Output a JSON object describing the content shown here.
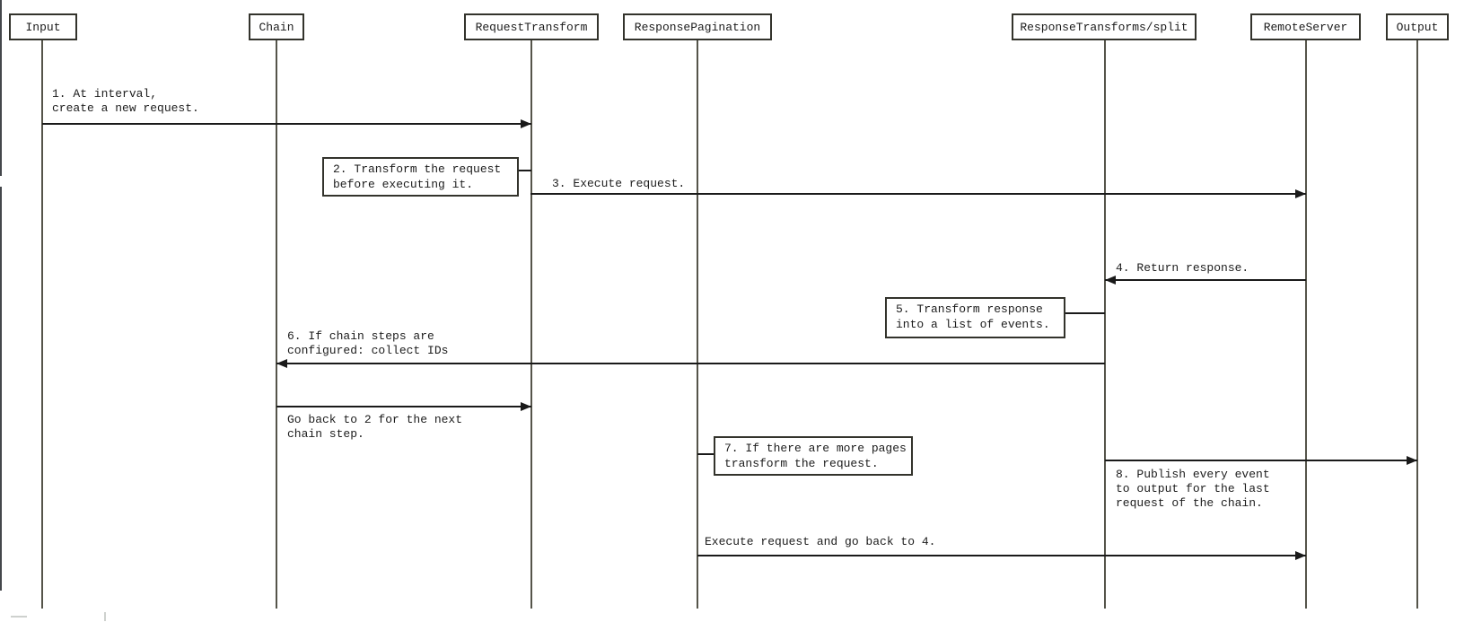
{
  "diagram": {
    "participants": [
      {
        "label": "Input"
      },
      {
        "label": "Chain"
      },
      {
        "label": "RequestTransform"
      },
      {
        "label": "ResponsePagination"
      },
      {
        "label": "ResponseTransforms/split"
      },
      {
        "label": "RemoteServer"
      },
      {
        "label": "Output"
      }
    ],
    "messages": {
      "m1": {
        "line1": "1. At interval,",
        "line2": "create a new request."
      },
      "m3": {
        "line1": "3. Execute request."
      },
      "m4": {
        "line1": "4. Return response."
      },
      "m6": {
        "line1": "6. If chain steps are",
        "line2": "configured: collect IDs"
      },
      "goback2": {
        "line1": "Go back to 2 for the next",
        "line2": "chain step."
      },
      "m8": {
        "line1": "8. Publish every event",
        "line2": "to output for the last",
        "line3": "request of the chain."
      },
      "goback4": {
        "line1": "Execute request and go back to 4."
      }
    },
    "notes": {
      "n2": {
        "line1": "2. Transform the request",
        "line2": "before executing it."
      },
      "n5": {
        "line1": "5. Transform response",
        "line2": "into a list of events."
      },
      "n7": {
        "line1": "7. If there are more pages",
        "line2": "transform the request."
      }
    },
    "colors": {
      "stroke": "#33332c",
      "lifeline": "#55544a",
      "arrow": "#1a1a1a",
      "text": "#1c1c1c",
      "background": "#ffffff"
    }
  }
}
